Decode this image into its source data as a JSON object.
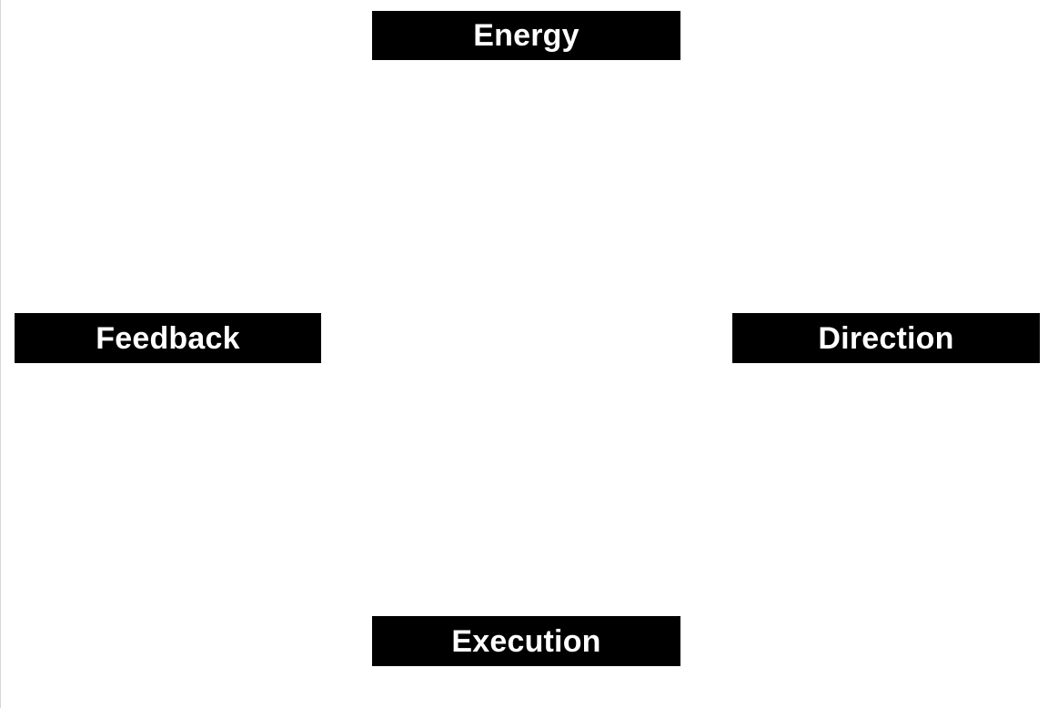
{
  "diagram": {
    "nodes": [
      {
        "id": "top",
        "label": "Energy"
      },
      {
        "id": "right",
        "label": "Direction"
      },
      {
        "id": "bottom",
        "label": "Execution"
      },
      {
        "id": "left",
        "label": "Feedback"
      }
    ]
  }
}
